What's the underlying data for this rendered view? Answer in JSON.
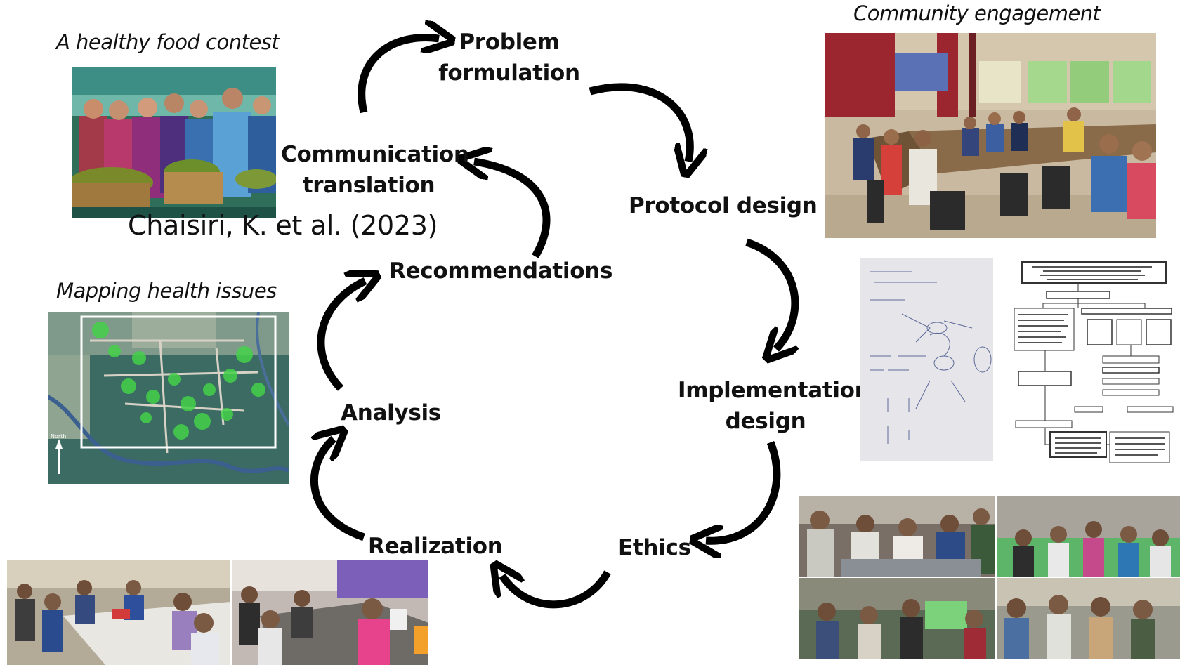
{
  "captions": {
    "healthy_food_contest": "A healthy food contest",
    "community_engagement": "Community engagement",
    "mapping_health_issues": "Mapping health issues"
  },
  "cycle_steps": {
    "problem_formulation": [
      "Problem",
      "formulation"
    ],
    "protocol_design": "Protocol design",
    "implementation_design": [
      "Implementation",
      "design"
    ],
    "ethics": "Ethics",
    "realization": "Realization",
    "analysis": "Analysis",
    "recommendations": "Recommendations",
    "communication_translation": [
      "Communication",
      "translation"
    ]
  },
  "citation": "Chaisiri, K. et al. (2023)",
  "map": {
    "north_label": "North"
  }
}
